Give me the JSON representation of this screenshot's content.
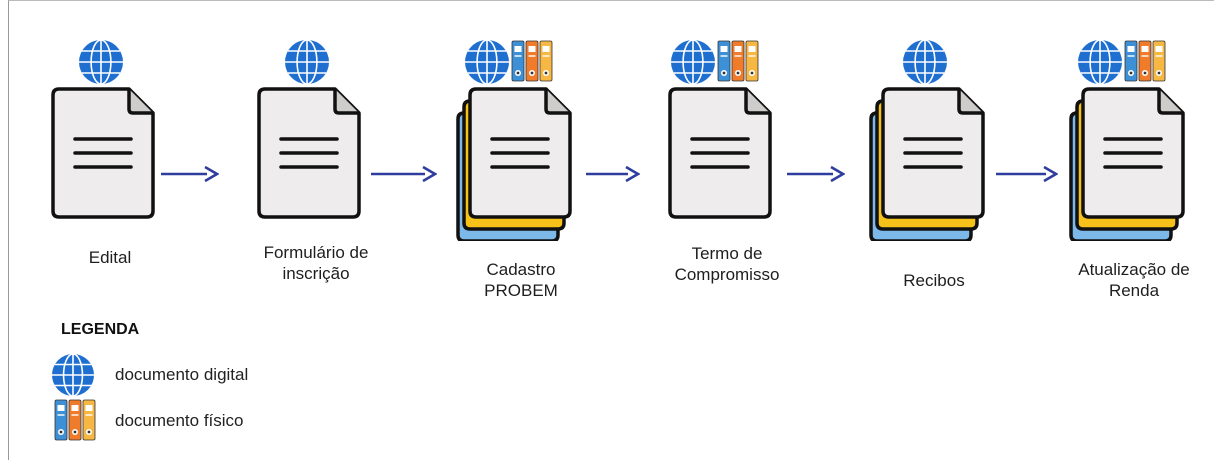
{
  "steps": [
    {
      "label": "Edital",
      "digital": true,
      "physical": false,
      "stacked": false
    },
    {
      "label": "Formulário de\ninscrição",
      "digital": true,
      "physical": false,
      "stacked": false
    },
    {
      "label": "Cadastro\nPROBEM",
      "digital": true,
      "physical": true,
      "stacked": true
    },
    {
      "label": "Termo de\nCompromisso",
      "digital": true,
      "physical": true,
      "stacked": false
    },
    {
      "label": "Recibos",
      "digital": true,
      "physical": false,
      "stacked": true
    },
    {
      "label": "Atualização de\nRenda",
      "digital": true,
      "physical": true,
      "stacked": true
    }
  ],
  "legend": {
    "title": "LEGENDA",
    "items": [
      {
        "icon": "globe-icon",
        "label": "documento digital"
      },
      {
        "icon": "binders-icon",
        "label": "documento físico"
      }
    ]
  },
  "colors": {
    "arrow": "#2f3e9e",
    "globe": "#1e6fd0",
    "doc_fill": "#eeecec",
    "doc_stroke": "#111111",
    "stack_yellow": "#f6c21a",
    "stack_blue": "#7cb8e8",
    "binder_blue": "#3d8fd6",
    "binder_orange": "#f07b2a",
    "binder_yellow": "#f6b842"
  }
}
